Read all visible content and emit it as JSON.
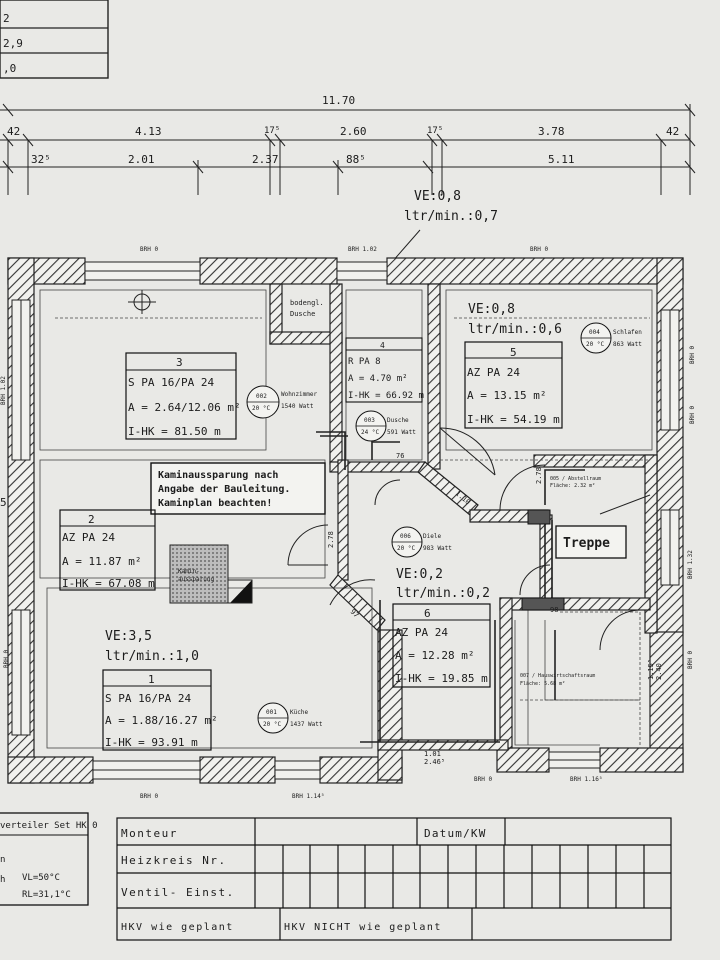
{
  "top_table": {
    "rows": [
      "2",
      "2,9",
      ",0"
    ]
  },
  "dimensions": {
    "total": "11.70",
    "row1": [
      "42",
      "4.13",
      "17⁵",
      "2.60",
      "17⁵",
      "3.78",
      "42"
    ],
    "row2": [
      "32⁵",
      "2.01",
      "2.37",
      "88⁵",
      "5.11"
    ]
  },
  "ve_top": {
    "ve": "VE:0,8",
    "flow": "ltr/min.:0,7"
  },
  "brh_labels": {
    "brh0": "BRH 0",
    "brh102": "BRH 1.02",
    "brh114": "BRH 1.14⁵",
    "brh116": "BRH 1.16⁵",
    "brh132": "BRH 1.32",
    "side5": "5"
  },
  "notes": {
    "bodengl_1": "bodengl.",
    "bodengl_2": "Dusche",
    "door_101": "1.01",
    "door_246": "2.46⁵",
    "door_076": "76",
    "door_097": "97",
    "door_278": "2.78",
    "door_2785": "2.78",
    "door_115": "1.15⁵",
    "door_240": "2.40",
    "door_110": "1.10",
    "door_098": "98"
  },
  "chimney_note": {
    "l1": "Kaminaussparung nach",
    "l2": "Angabe der Bauleitung.",
    "l3": "Kaminplan beachten!"
  },
  "kamin_small": {
    "l1": "Kamin-",
    "l2": "aussparung"
  },
  "treppe": "Treppe",
  "rooms": {
    "r3": {
      "num": "3",
      "type": "S PA 16/PA 24",
      "area": "A = 2.64/12.06 m²",
      "hk": "I-HK = 81.50 m"
    },
    "r4": {
      "num": "4",
      "type": "R PA 8",
      "area": "A = 4.70 m²",
      "hk": "I-HK = 66.92 m"
    },
    "r5": {
      "num": "5",
      "type": "AZ PA 24",
      "area": "A = 13.15 m²",
      "hk": "I-HK = 54.19 m",
      "ve": "VE:0,8",
      "flow": "ltr/min.:0,6"
    },
    "r2": {
      "num": "2",
      "type": "AZ PA 24",
      "area": "A = 11.87 m²",
      "hk": "I-HK = 67.08 m"
    },
    "r6": {
      "num": "6",
      "type": "AZ PA 24",
      "area": "A = 12.28 m²",
      "hk": "I-HK = 19.85 m",
      "ve": "VE:0,2",
      "flow": "ltr/min.:0,2"
    },
    "r1": {
      "num": "1",
      "type": "S PA 16/PA 24",
      "area": "A = 1.88/16.27 m²",
      "hk": "I-HK = 93.91 m",
      "ve": "VE:3,5",
      "flow": "ltr/min.:1,0"
    }
  },
  "room_tags": {
    "t002": {
      "code": "002",
      "temp": "20 °C",
      "name": "Wohnzimmer",
      "watt": "1540 Watt"
    },
    "t003": {
      "code": "003",
      "temp": "24 °C",
      "name": "Dusche",
      "watt": "591 Watt"
    },
    "t004": {
      "code": "004",
      "temp": "20 °C",
      "name": "Schlafen",
      "watt": "863 Watt"
    },
    "t006": {
      "code": "006",
      "temp": "20 °C",
      "name": "Diele",
      "watt": "983 Watt"
    },
    "t001": {
      "code": "001",
      "temp": "20 °C",
      "name": "Küche",
      "watt": "1437 Watt"
    }
  },
  "small_labels": {
    "abstellraum": "005 / Abstellraum",
    "flaeche_abst": "Fläche: 2.32 m²",
    "hauswirtschaft": "007 / Hauswirtschaftsraum",
    "flaeche_hw": "Fläche: 5.68 m²"
  },
  "legend": {
    "title": "verteiler Set HK 0",
    "line1": "n",
    "vl_prefix": "h",
    "vl": "VL=50°C",
    "rl": "RL=31,1°C"
  },
  "title_block": {
    "monteur": "Monteur",
    "datum": "Datum/KW",
    "heizkreis": "Heizkreis Nr.",
    "ventil": "Ventil- Einst.",
    "hkv_plan": "HKV wie geplant",
    "hkv_nicht": "HKV NICHT wie geplant"
  },
  "colors": {
    "paper": "#e9e9e6",
    "ink": "#1c1c1c",
    "hatch": "#333333"
  }
}
